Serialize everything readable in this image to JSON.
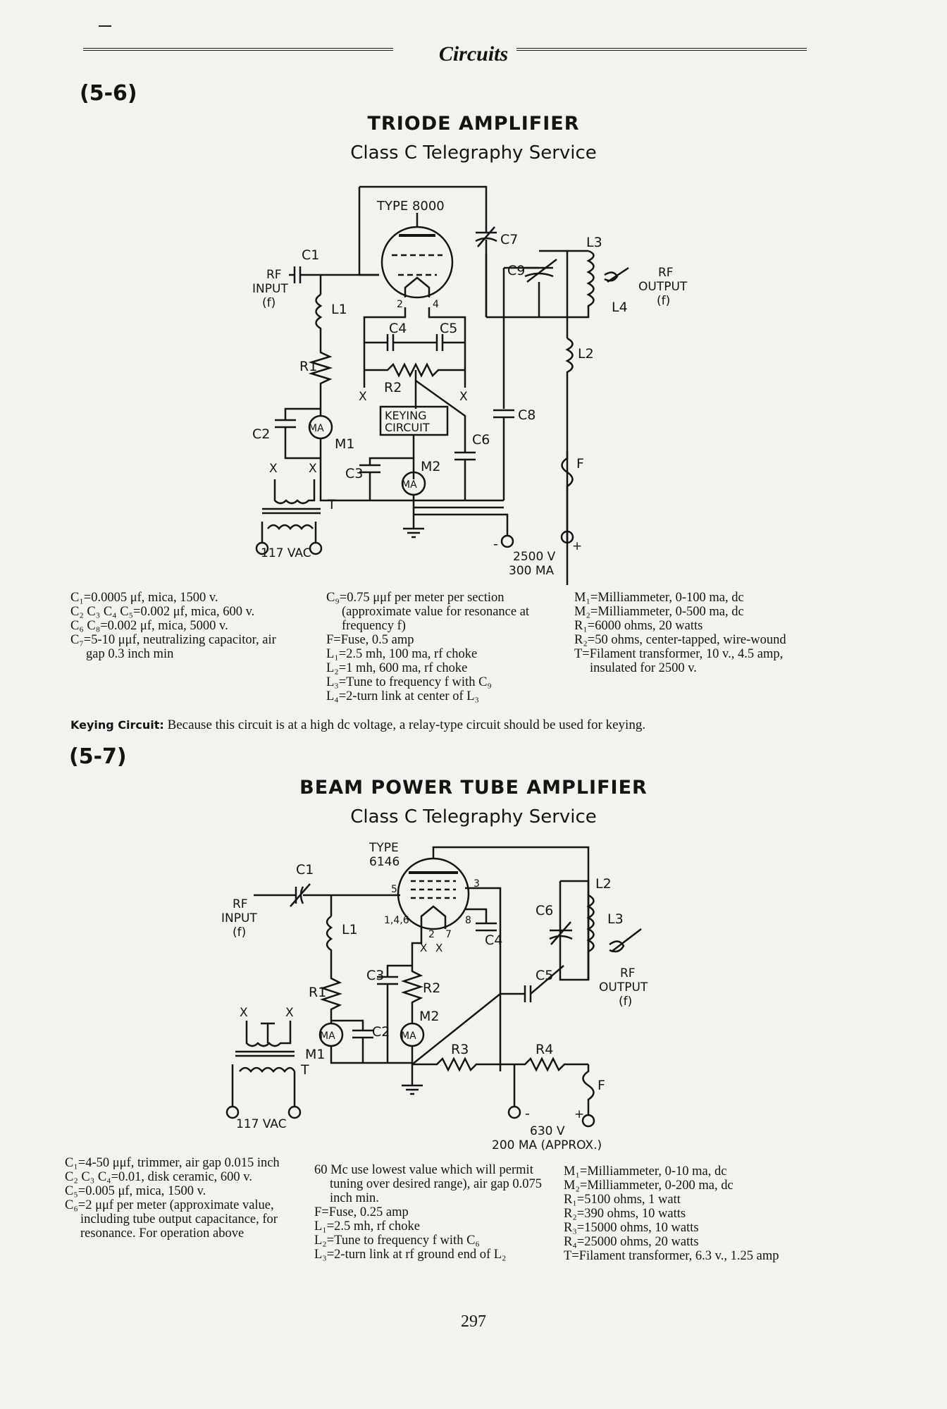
{
  "header": {
    "title": "Circuits"
  },
  "page_number": "297",
  "sections": [
    {
      "number": "(5-6)",
      "title": "TRIODE AMPLIFIER",
      "subtitle": "Class C Telegraphy Service",
      "diagram": {
        "tube": "TYPE 8000",
        "rf_in_1": "RF",
        "rf_in_2": "INPUT",
        "rf_in_3": "(f)",
        "rf_out_1": "RF",
        "rf_out_2": "OUTPUT",
        "rf_out_3": "(f)",
        "c1": "C1",
        "c2": "C2",
        "c3": "C3",
        "c4": "C4",
        "c5": "C5",
        "c6": "C6",
        "c7": "C7",
        "c8": "C8",
        "c9": "C9",
        "l1": "L1",
        "l2": "L2",
        "l3": "L3",
        "l4": "L4",
        "r1": "R1",
        "r2": "R2",
        "m1": "M1",
        "m2": "M2",
        "ma": "MA",
        "keying_1": "KEYING",
        "keying_2": "CIRCUIT",
        "pin2": "2",
        "pin4": "4",
        "x": "X",
        "t": "T",
        "f": "F",
        "mains": "117 VAC",
        "supply_v": "2500 V",
        "supply_i": "300 MA",
        "minus": "-",
        "plus": "+"
      },
      "parts_columns": [
        [
          "C₁=0.0005 μf, mica, 1500 v.",
          "C₂ C₃ C₄ C₅=0.002 μf, mica, 600 v.",
          "C₆ C₈=0.002 μf, mica, 5000 v.",
          "C₇=5-10 μμf, neutralizing capacitor, air gap 0.3 inch min"
        ],
        [
          "C₉=0.75 μμf per meter per section (approximate value for resonance at frequency f)",
          "F=Fuse, 0.5 amp",
          "L₁=2.5 mh, 100 ma, rf choke",
          "L₂=1 mh, 600 ma, rf choke",
          "L₃=Tune to frequency f with C₉",
          "L₄=2-turn link at center of L₃"
        ],
        [
          "M₁=Milliammeter, 0-100 ma, dc",
          "M₂=Milliammeter, 0-500 ma, dc",
          "R₁=6000 ohms, 20 watts",
          "R₂=50 ohms, center-tapped, wire-wound",
          "T=Filament transformer, 10 v., 4.5 amp, insulated for 2500 v."
        ]
      ],
      "note_label": "Keying Circuit:",
      "note_text": "Because this circuit is at a high dc voltage, a relay-type circuit should be used for keying."
    },
    {
      "number": "(5-7)",
      "title": "BEAM POWER TUBE AMPLIFIER",
      "subtitle": "Class C Telegraphy Service",
      "diagram": {
        "tube_1": "TYPE",
        "tube_2": "6146",
        "rf_in_1": "RF",
        "rf_in_2": "INPUT",
        "rf_in_3": "(f)",
        "rf_out_1": "RF",
        "rf_out_2": "OUTPUT",
        "rf_out_3": "(f)",
        "c1": "C1",
        "c2": "C2",
        "c3": "C3",
        "c4": "C4",
        "c5": "C5",
        "c6": "C6",
        "l1": "L1",
        "l2": "L2",
        "l3": "L3",
        "r1": "R1",
        "r2": "R2",
        "r3": "R3",
        "r4": "R4",
        "m1": "M1",
        "m2": "M2",
        "ma": "MA",
        "pin5": "5",
        "pin3": "3",
        "pin146": "1,4,6",
        "pin2": "2",
        "pin7": "7",
        "pin8": "8",
        "x": "X",
        "t": "T",
        "f": "F",
        "mains": "117 VAC",
        "supply_v": "630 V",
        "supply_i": "200 MA (APPROX.)",
        "minus": "-",
        "plus": "+"
      },
      "parts_columns": [
        [
          "C₁=4-50 μμf, trimmer, air gap 0.015 inch",
          "C₂ C₃ C₄=0.01, disk ceramic, 600 v.",
          "C₅=0.005 μf, mica, 1500 v.",
          "C₆=2 μμf per meter (approximate value, including tube output capacitance, for resonance. For operation above"
        ],
        [
          "60 Mc use lowest value which will permit tuning over desired range), air gap 0.075 inch min.",
          "F=Fuse, 0.25 amp",
          "L₁=2.5 mh, rf choke",
          "L₂=Tune to frequency f with C₆",
          "L₃=2-turn link at rf ground end of L₂"
        ],
        [
          "M₁=Milliammeter, 0-10 ma, dc",
          "M₂=Milliammeter, 0-200 ma, dc",
          "R₁=5100 ohms, 1 watt",
          "R₂=390 ohms, 10 watts",
          "R₃=15000 ohms, 10 watts",
          "R₄=25000 ohms, 20 watts",
          "T=Filament transformer, 6.3 v., 1.25 amp"
        ]
      ]
    }
  ]
}
